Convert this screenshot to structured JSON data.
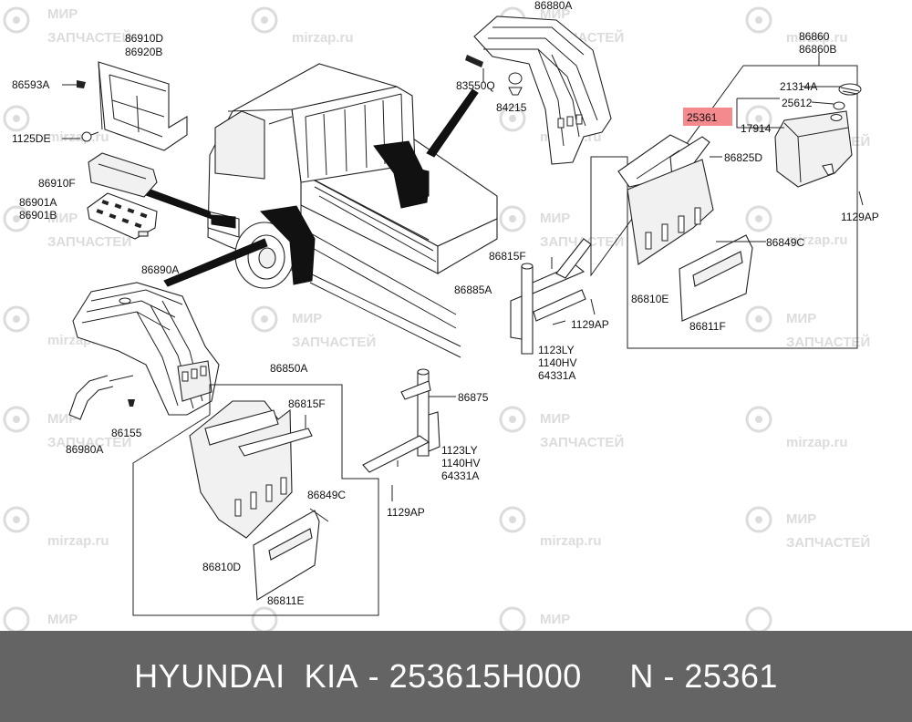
{
  "watermark": {
    "text_line1": "МИР",
    "text_line2": "ЗАПЧАСТЕЙ",
    "text_alt": "mirzap.ru"
  },
  "labels": {
    "p86880A": "86880A",
    "p86910D": "86910D",
    "p86920B": "86920B",
    "p86593A": "86593A",
    "p1125DE": "1125DE",
    "p83550Q": "83550Q",
    "p84215": "84215",
    "p86860": "86860",
    "p86860B": "86860B",
    "p21314A": "21314A",
    "p25612": "25612",
    "p25361": "25361",
    "p17914": "17914",
    "p86825D": "86825D",
    "p86910F": "86910F",
    "p86901A": "86901A",
    "p86901B": "86901B",
    "p1129AP_a": "1129AP",
    "p86849C_a": "86849C",
    "p86815F_a": "86815F",
    "p86885A": "86885A",
    "p86810E": "86810E",
    "p1129AP_b": "1129AP",
    "p86811F": "86811F",
    "p1123LY_a": "1123LY",
    "p1140HV_a": "1140HV",
    "p64331A_a": "64331A",
    "p86890A": "86890A",
    "p86850A": "86850A",
    "p86815F_b": "86815F",
    "p86875": "86875",
    "p86155": "86155",
    "p86980A": "86980A",
    "p1123LY_b": "1123LY",
    "p1140HV_b": "1140HV",
    "p64331A_b": "64331A",
    "p86849C_b": "86849C",
    "p1129AP_c": "1129AP",
    "p86810D": "86810D",
    "p86811E": "86811E"
  },
  "highlight": {
    "part": "25361",
    "color": "#f4898e"
  },
  "footer": {
    "brand": "HYUNDAI  KIA",
    "separator1": " - ",
    "part_number": "253615H000",
    "gap": "     ",
    "prefix": "N",
    "separator2": " - ",
    "ref": "25361"
  },
  "colors": {
    "footer_bg": "#646464",
    "watermark": "#dcdcdc"
  }
}
